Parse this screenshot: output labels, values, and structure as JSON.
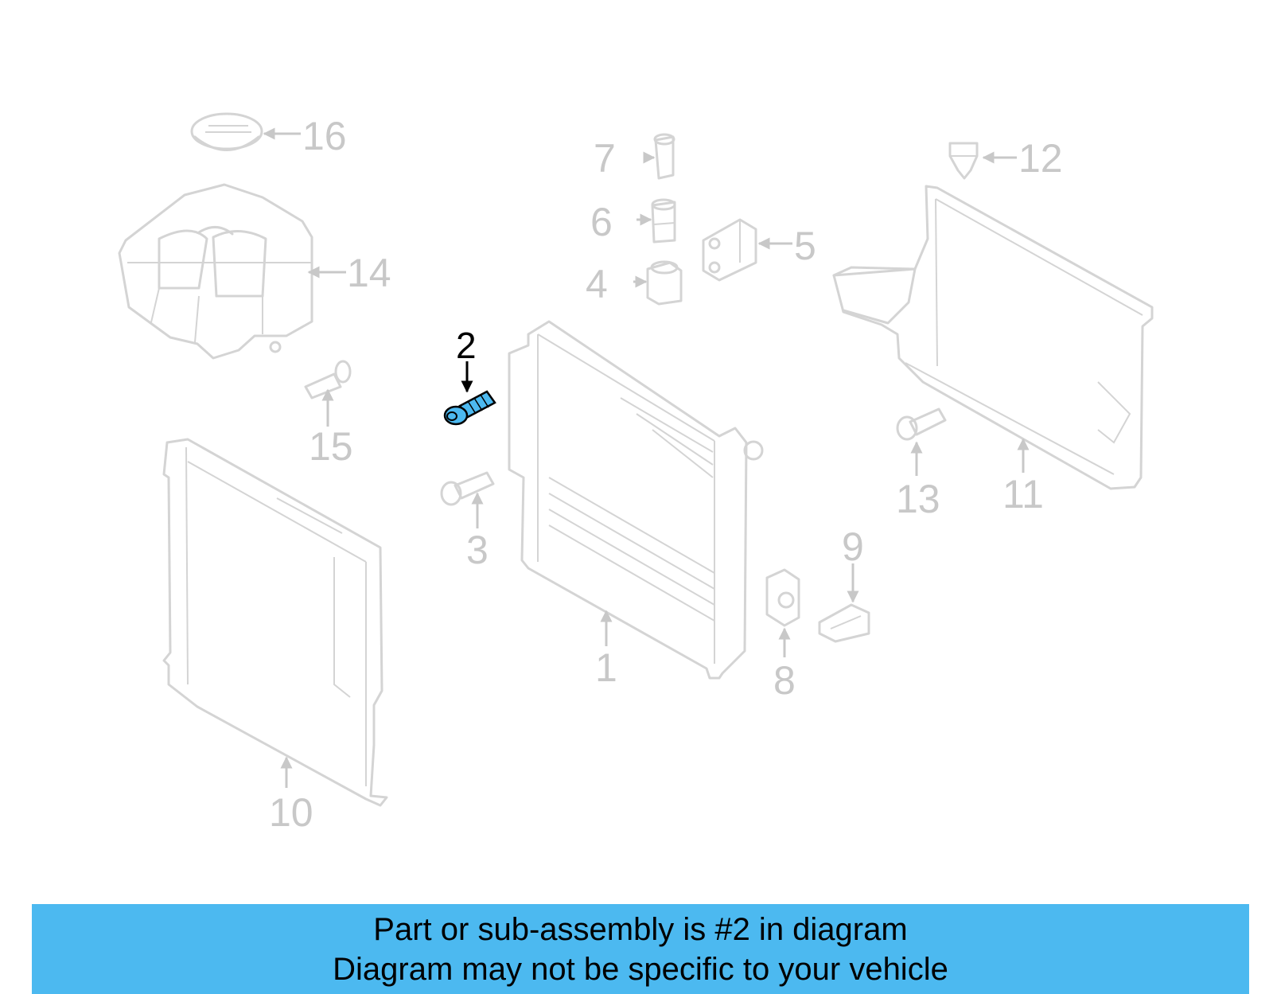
{
  "diagram": {
    "highlight_color": "#4cb9f0",
    "highlighted_part": "2",
    "callouts": [
      "1",
      "2",
      "3",
      "4",
      "5",
      "6",
      "7",
      "8",
      "9",
      "10",
      "11",
      "12",
      "13",
      "14",
      "15",
      "16"
    ]
  },
  "banner": {
    "background": "#4cb9f0",
    "line1": "Part or sub-assembly is #2 in diagram",
    "line2": "Diagram may not be specific to your vehicle"
  }
}
